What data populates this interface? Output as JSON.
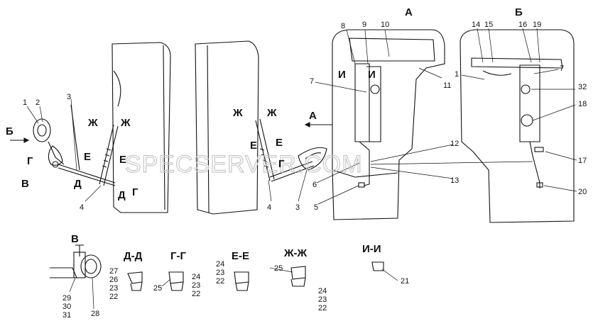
{
  "view_labels": {
    "a_top": "А",
    "b_top": "Б",
    "a_arrow": "А",
    "b_arrow": "Б"
  },
  "section_marks": {
    "g_left": "Г",
    "g_right": "Г",
    "v_left": "В",
    "d_left": "Д",
    "d_bottom": "Д",
    "g_bottom": "Г",
    "zh_left1": "Ж",
    "zh_left2": "Ж",
    "e_left1": "Е",
    "e_left2": "Е",
    "zh_right1": "Ж",
    "zh_right2": "Ж",
    "e_right1": "Е",
    "e_right2": "Е",
    "i_a1": "И",
    "i_a2": "И"
  },
  "section_titles": {
    "v": "В",
    "dd": "Д-Д",
    "gg": "Г-Г",
    "ee": "Е-Е",
    "zhzh": "Ж-Ж",
    "ii": "И-И"
  },
  "callouts": {
    "n1_left": "1",
    "n2_left": "2",
    "n3_left": "3",
    "n4_left": "4",
    "n4_right": "4",
    "n3_right": "3",
    "n8": "8",
    "n9": "9",
    "n10": "10",
    "n11": "11",
    "n7_a": "7",
    "n6": "6",
    "n5": "5",
    "n12": "12",
    "n13": "13",
    "n14": "14",
    "n15": "15",
    "n16": "16",
    "n19": "19",
    "n1_b": "1",
    "n7_b": "7",
    "n32": "32",
    "n18": "18",
    "n17": "17",
    "n20": "20",
    "v29": "29",
    "v30": "30",
    "v31": "31",
    "v28": "28",
    "d27": "27",
    "d26": "26",
    "d23": "23",
    "d22": "22",
    "d25": "25",
    "g24": "24",
    "g23": "23",
    "g22": "22",
    "e24": "24",
    "e23": "23",
    "e22": "22",
    "e25": "25",
    "zh24": "24",
    "zh23": "23",
    "zh22": "22",
    "i21": "21"
  },
  "watermark": "SPECSERVER.COM"
}
